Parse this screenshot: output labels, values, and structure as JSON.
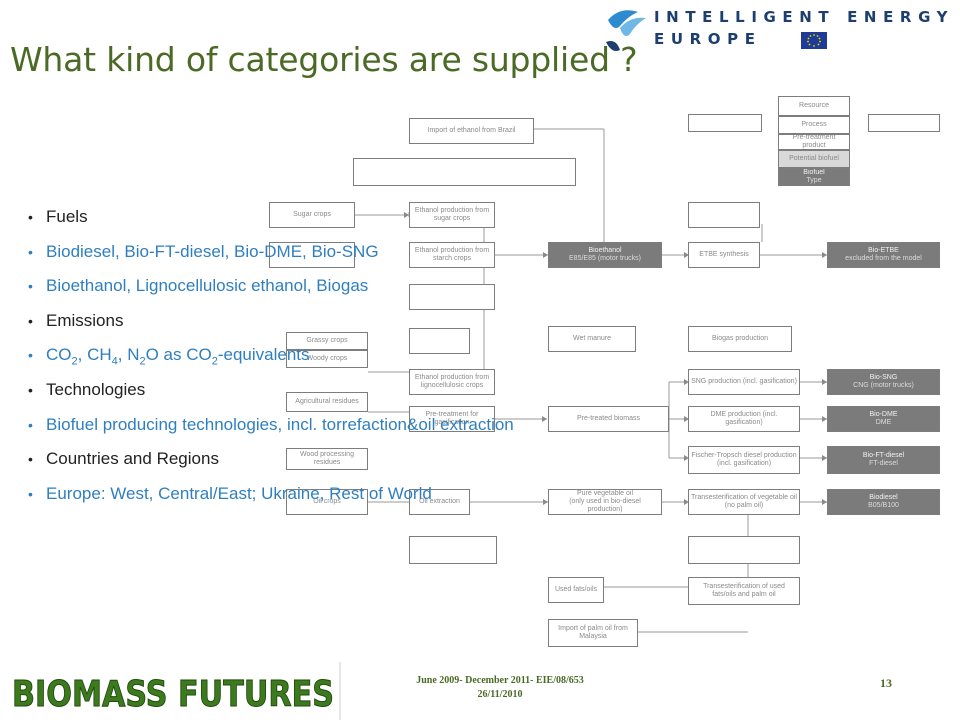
{
  "slide": {
    "title": "What kind of categories are supplied ?",
    "logo_top": {
      "line1": "INTELLIGENT ENERGY",
      "line2": "EUROPE"
    },
    "bullets": [
      {
        "text": "Fuels",
        "level": 1
      },
      {
        "text": "Biodiesel, Bio-FT-diesel, Bio-DME, Bio-SNG",
        "level": 2
      },
      {
        "text": "Bioethanol, Lignocellulosic ethanol, Biogas",
        "level": 2
      },
      {
        "text": "Emissions",
        "level": 1
      },
      {
        "text_parts": [
          "CO",
          "2",
          ", CH",
          "4",
          ", N",
          "2",
          "O as CO",
          "2",
          "-equivalents"
        ],
        "level": 2
      },
      {
        "text": "Technologies",
        "level": 1
      },
      {
        "text": "Biofuel producing technologies, incl. torrefaction&oil extraction",
        "level": 2
      },
      {
        "text": "Countries and Regions",
        "level": 1
      },
      {
        "text": "Europe: West, Central/East; Ukraine, Rest of World",
        "level": 2
      }
    ],
    "footer": {
      "logo_text": "BIOMASS FUTURES",
      "line1": "June 2009- December 2011- EIE/08/653",
      "line2": "26/11/2010",
      "page_number": "13"
    }
  },
  "diagram": {
    "legend": [
      "Resource",
      "Process",
      "Pre-treatment product",
      "Potential biofuel",
      "Biofuel"
    ],
    "legend_biofuel_sub": "Type",
    "boxes": {
      "import_ethanol": "Import of ethanol from Brazil",
      "sugar_crops": "Sugar crops",
      "ethanol_sugar": "Ethanol production from sugar crops",
      "starch_production": "Ethanol production from starch crops",
      "bioethanol": "Bioethanol",
      "bioethanol_sub": "E85/E85 (motor trucks)",
      "etbe_synthesis": "ETBE synthesis",
      "bio_etbe": "Bio-ETBE",
      "bio_etbe_sub": "excluded from the model",
      "grassy_crops": "Grassy crops",
      "woody_crops": "Woody crops",
      "agri_residues": "Agricultural residues",
      "wood_residues": "Wood processing residues",
      "wet_manure": "Wet manure",
      "biogas_production": "Biogas production",
      "ethanol_ligno": "Ethanol production from lignocellulosic crops",
      "pretreatment": "Pre-treatment for gasification",
      "pretreated_biomass": "Pre-treated biomass",
      "sng_production": "SNG production (incl. gasification)",
      "bio_sng": "Bio-SNG",
      "bio_sng_sub": "CNG (motor trucks)",
      "dme_production": "DME production (incl. gasification)",
      "bio_dme": "Bio-DME",
      "bio_dme_sub": "DME",
      "ft_production": "Fischer-Tropsch diesel production (incl. gasification)",
      "bio_ft_diesel": "Bio-FT-diesel",
      "bio_ft_diesel_sub": "FT-diesel",
      "oil_crops": "Oil crops",
      "oil_extraction": "Oil extraction",
      "pure_veg_oil": "Pure vegetable oil",
      "pure_veg_oil_sub": "(only used in bio-diesel production)",
      "transesterification_veg": "Transesterification of vegetable oil (no palm oil)",
      "biodiesel": "Biodiesel",
      "biodiesel_sub": "B05/B100",
      "used_fats": "Used fats/oils",
      "transesterification_used": "Transesterification of used fats/oils and palm oil",
      "import_palm": "Import of palm oil from Malaysia"
    }
  },
  "colors": {
    "title": "#4b6a25",
    "bullet_level1": "#222222",
    "bullet_level2": "#2f7fc0",
    "ie_logo": "#1d3f6e",
    "biomass_logo": "#3d7a1e"
  },
  "icons": [
    "intelligent-energy-logo",
    "eu-flag",
    "biomass-futures-logo"
  ]
}
